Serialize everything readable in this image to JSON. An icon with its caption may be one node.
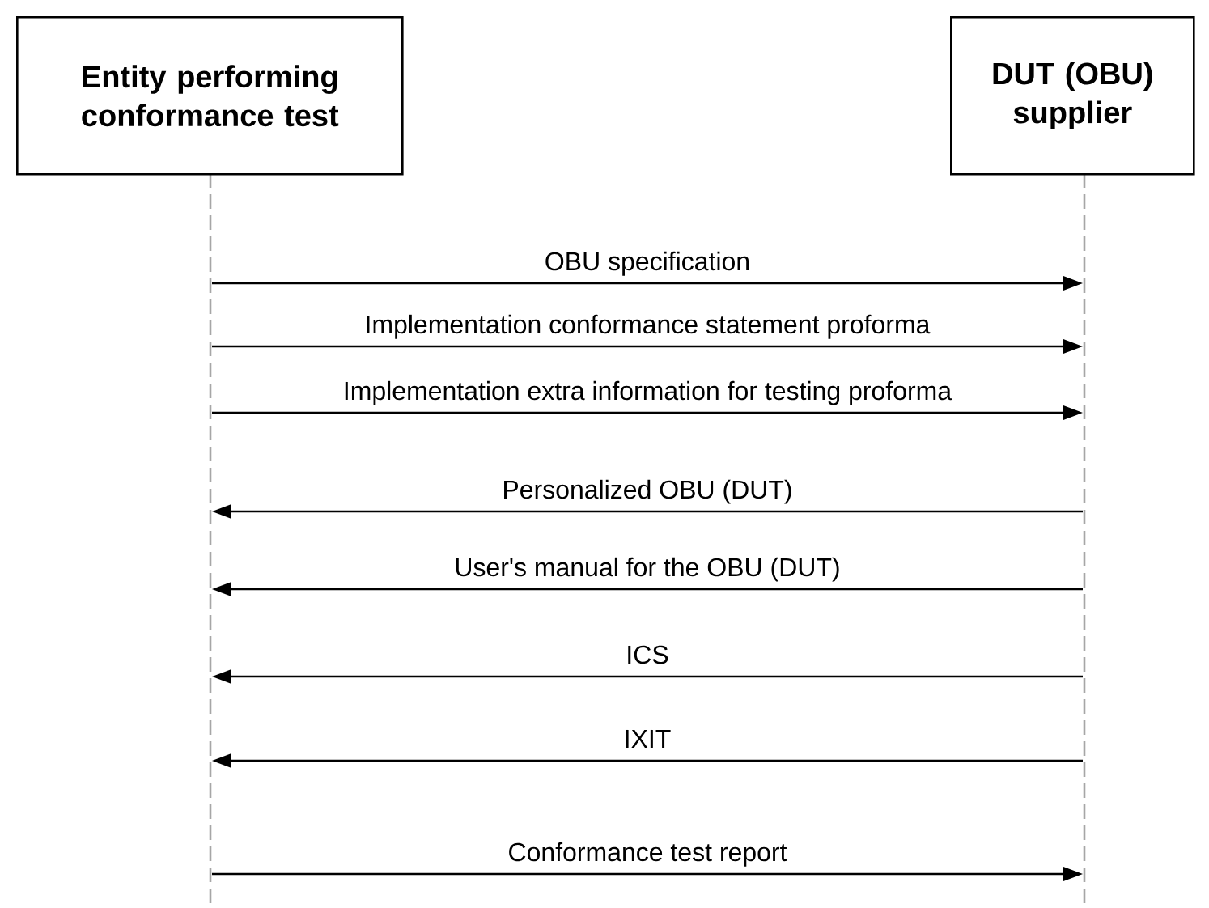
{
  "diagram": {
    "nodes": [
      {
        "text": [
          "Entity performing conformance test"
        ]
      },
      {
        "text": [
          "DUT (OBU) supplier"
        ]
      }
    ],
    "edges": [
      {
        "from": 0,
        "to": 1,
        "arrow": "to",
        "label": "OBU specification"
      },
      {
        "from": 0,
        "to": 1,
        "arrow": "to",
        "label": "Implementation conformance statement proforma"
      },
      {
        "from": 0,
        "to": 1,
        "arrow": "to",
        "label": "Implementation extra information for testing proforma"
      },
      {
        "from": 1,
        "to": 0,
        "arrow": "to",
        "label": "Personalized OBU (DUT)"
      },
      {
        "from": 1,
        "to": 0,
        "arrow": "to",
        "label": "User's manual for the OBU (DUT)"
      },
      {
        "from": 1,
        "to": 0,
        "arrow": "to",
        "label": "ICS"
      },
      {
        "from": 1,
        "to": 0,
        "arrow": "to",
        "label": "IXIT"
      },
      {
        "from": 0,
        "to": 1,
        "arrow": "to",
        "label": "Conformance test report"
      }
    ]
  }
}
